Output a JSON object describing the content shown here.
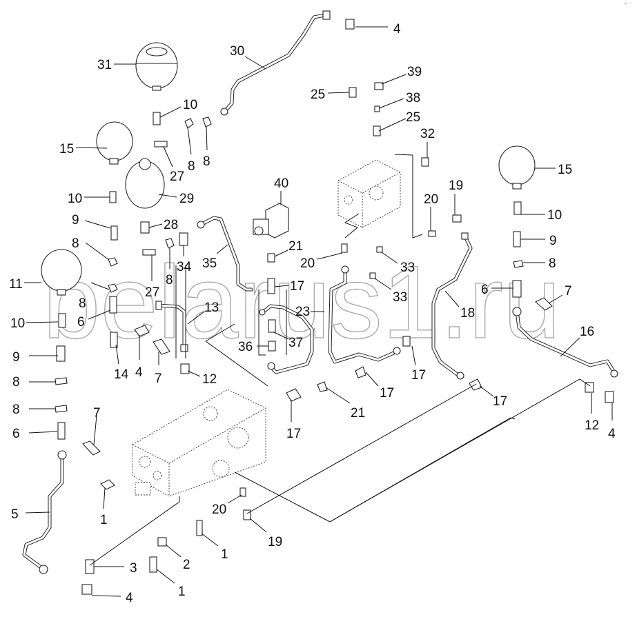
{
  "diagram": {
    "type": "exploded-parts-diagram",
    "watermark": "belarus1.ru",
    "corner_mark": "ᵃ ⁻⁻",
    "callouts": [
      {
        "id": "c1",
        "label": "4"
      },
      {
        "id": "c2",
        "label": "30"
      },
      {
        "id": "c3",
        "label": "31"
      },
      {
        "id": "c4",
        "label": "39"
      },
      {
        "id": "c5",
        "label": "25"
      },
      {
        "id": "c6",
        "label": "38"
      },
      {
        "id": "c7",
        "label": "25"
      },
      {
        "id": "c8",
        "label": "10"
      },
      {
        "id": "c9",
        "label": "32"
      },
      {
        "id": "c10",
        "label": "15"
      },
      {
        "id": "c11",
        "label": "8"
      },
      {
        "id": "c12",
        "label": "8"
      },
      {
        "id": "c13",
        "label": "27"
      },
      {
        "id": "c14",
        "label": "15"
      },
      {
        "id": "c15",
        "label": "40"
      },
      {
        "id": "c16",
        "label": "29"
      },
      {
        "id": "c17",
        "label": "10"
      },
      {
        "id": "c18",
        "label": "19"
      },
      {
        "id": "c19",
        "label": "20"
      },
      {
        "id": "c20",
        "label": "10"
      },
      {
        "id": "c21",
        "label": "9"
      },
      {
        "id": "c22",
        "label": "28"
      },
      {
        "id": "c23",
        "label": "9"
      },
      {
        "id": "c24",
        "label": "8"
      },
      {
        "id": "c25",
        "label": "35"
      },
      {
        "id": "c26",
        "label": "21"
      },
      {
        "id": "c27",
        "label": "20"
      },
      {
        "id": "c28",
        "label": "33"
      },
      {
        "id": "c29",
        "label": "8"
      },
      {
        "id": "c30",
        "label": "34"
      },
      {
        "id": "c31",
        "label": "8"
      },
      {
        "id": "c32",
        "label": "11"
      },
      {
        "id": "c33",
        "label": "27"
      },
      {
        "id": "c34",
        "label": "17"
      },
      {
        "id": "c35",
        "label": "33"
      },
      {
        "id": "c36",
        "label": "6"
      },
      {
        "id": "c37",
        "label": "7"
      },
      {
        "id": "c38",
        "label": "8"
      },
      {
        "id": "c39",
        "label": "13"
      },
      {
        "id": "c40",
        "label": "23"
      },
      {
        "id": "c41",
        "label": "18"
      },
      {
        "id": "c42",
        "label": "6"
      },
      {
        "id": "c43",
        "label": "10"
      },
      {
        "id": "c44",
        "label": "16"
      },
      {
        "id": "c45",
        "label": "37"
      },
      {
        "id": "c46",
        "label": "9"
      },
      {
        "id": "c47",
        "label": "14"
      },
      {
        "id": "c48",
        "label": "4"
      },
      {
        "id": "c49",
        "label": "7"
      },
      {
        "id": "c50",
        "label": "36"
      },
      {
        "id": "c51",
        "label": "17"
      },
      {
        "id": "c52",
        "label": "17"
      },
      {
        "id": "c53",
        "label": "12"
      },
      {
        "id": "c54",
        "label": "8"
      },
      {
        "id": "c55",
        "label": "17"
      },
      {
        "id": "c56",
        "label": "21"
      },
      {
        "id": "c57",
        "label": "17"
      },
      {
        "id": "c58",
        "label": "8"
      },
      {
        "id": "c59",
        "label": "7"
      },
      {
        "id": "c60",
        "label": "12"
      },
      {
        "id": "c61",
        "label": "4"
      },
      {
        "id": "c62",
        "label": "6"
      },
      {
        "id": "c63",
        "label": "1"
      },
      {
        "id": "c64",
        "label": "5"
      },
      {
        "id": "c65",
        "label": "1"
      },
      {
        "id": "c66",
        "label": "20"
      },
      {
        "id": "c67",
        "label": "19"
      },
      {
        "id": "c68",
        "label": "1"
      },
      {
        "id": "c69",
        "label": "3"
      },
      {
        "id": "c70",
        "label": "2"
      },
      {
        "id": "c71",
        "label": "1"
      },
      {
        "id": "c72",
        "label": "4"
      }
    ]
  }
}
